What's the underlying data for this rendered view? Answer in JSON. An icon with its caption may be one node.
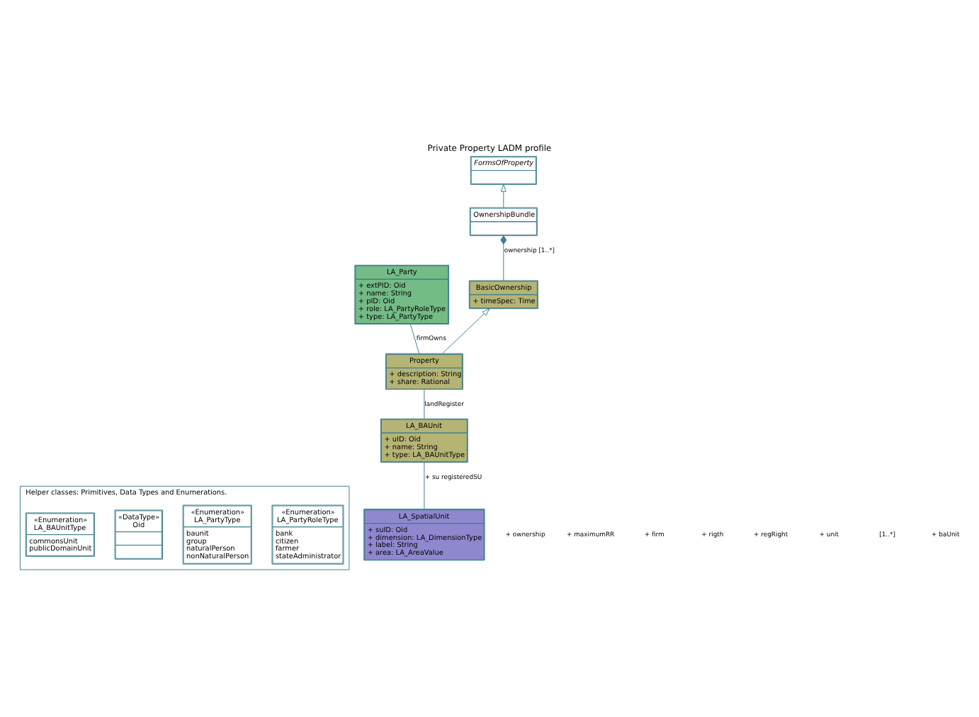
{
  "diagram": {
    "title": "Private Property LADM profile",
    "nodes": [
      {
        "text": [
          "Helper classes: Primitives, Data Types and Enumerations."
        ]
      },
      {
        "text": [
          "«Enumeration»",
          "LA_PartyRoleType",
          "bank",
          "citizen",
          "farmer",
          "stateAdministrator"
        ],
        "in": 0
      },
      {
        "text": [
          "«Enumeration»",
          "LA_PartyType",
          "baunit",
          "group",
          "naturalPerson",
          "nonNaturalPerson"
        ],
        "in": 0
      },
      {
        "text": [
          "«DataType»",
          "Oid"
        ],
        "in": 0
      },
      {
        "text": [
          "«Enumeration»",
          "LA_BAUnitType",
          "commonsUnit",
          "publicDomainUnit"
        ],
        "in": 0
      },
      {
        "text": [
          "LA_Party",
          "+ extPID: Oid",
          "+ name: String",
          "+ pID: Oid",
          "+ role: LA_PartyRoleType",
          "+ type: LA_PartyType"
        ]
      },
      {
        "text": [
          "FormsOfProperty"
        ]
      },
      {
        "text": [
          "OwnershipBundle"
        ]
      },
      {
        "text": [
          "BasicOwnership",
          "+ timeSpec: Time"
        ]
      },
      {
        "text": [
          "Property",
          "+ description: String",
          "+ share: Rational"
        ]
      },
      {
        "text": [
          "LA_BAUnit",
          "+ uID: Oid",
          "+ name: String",
          "+ type: LA_BAUnitType"
        ]
      },
      {
        "text": [
          "LA_SpatialUnit",
          "+ suID: Oid",
          "+ dimension: LA_DimensionType",
          "+ label: String",
          "+ area: LA_AreaValue"
        ]
      }
    ],
    "edges": [
      {
        "from": 7,
        "to": 6,
        "arrow": "to"
      },
      {
        "from": 8,
        "to": 7,
        "arrow": "other",
        "label": "ownership [1..*]"
      },
      {
        "from": 9,
        "to": 8,
        "arrow": "to"
      },
      {
        "from": 9,
        "to": 5,
        "arrow": "none",
        "label": "firmOwns"
      },
      {
        "from": 10,
        "to": 9,
        "arrow": "none",
        "label": "landRegister"
      },
      {
        "from": 11,
        "to": 10,
        "arrow": "none",
        "label": "+ su registeredSU"
      }
    ],
    "labels": [
      "+ ownership",
      "+ maximumRR",
      "+ firm",
      "+ rigth",
      "+ regRight",
      "+ unit",
      "[1..*]",
      "+ baUnit"
    ]
  }
}
